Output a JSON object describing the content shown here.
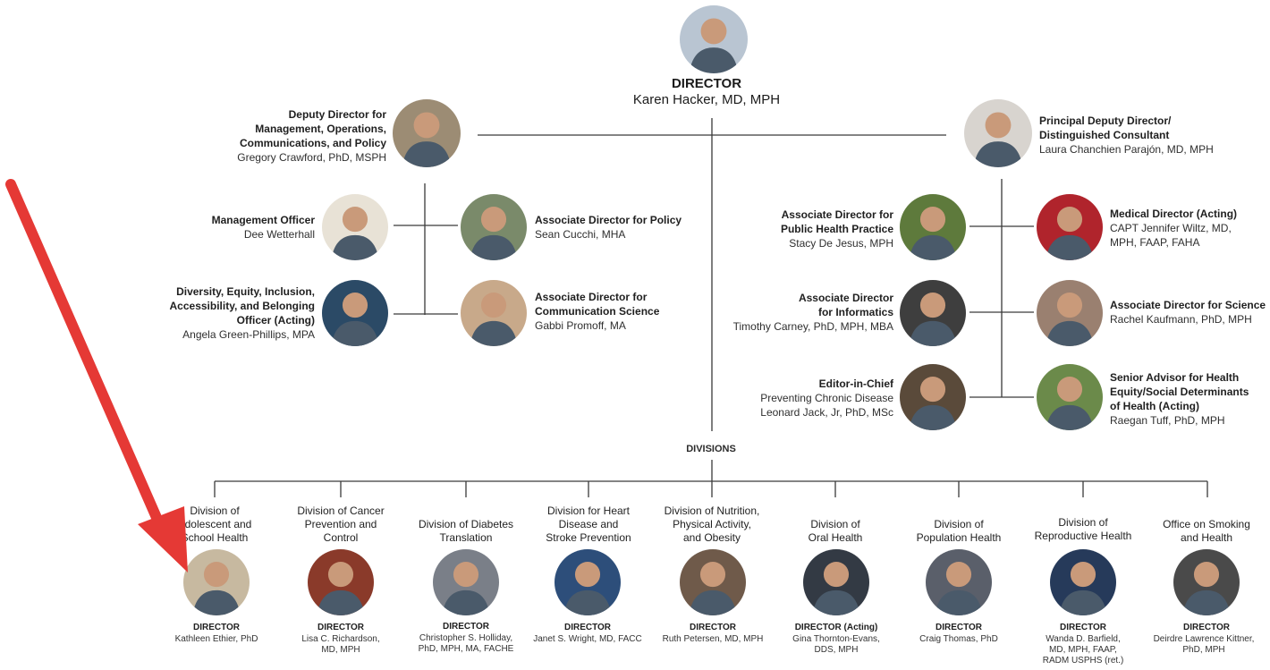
{
  "director": {
    "label": "DIRECTOR",
    "name": "Karen Hacker, MD, MPH"
  },
  "left_top": {
    "title": "Deputy Director for\nManagement, Operations,\nCommunications, and Policy",
    "name": "Gregory Crawford, PhD, MSPH"
  },
  "right_top": {
    "title": "Principal Deputy Director/\nDistinguished Consultant",
    "name": "Laura Chanchien Parajón, MD, MPH"
  },
  "left_staff": [
    {
      "title": "Management Officer",
      "name": "Dee Wetterhall"
    },
    {
      "title": "Diversity, Equity, Inclusion,\nAccessibility, and Belonging\nOfficer (Acting)",
      "name": "Angela Green-Phillips, MPA"
    },
    {
      "title": "Associate Director for Policy",
      "name": "Sean Cucchi, MHA"
    },
    {
      "title": "Associate Director for\nCommunication Science",
      "name": "Gabbi Promoff, MA"
    }
  ],
  "right_staff": [
    {
      "title": "Associate Director for\nPublic Health Practice",
      "name": "Stacy De Jesus, MPH"
    },
    {
      "title": "Associate Director\nfor Informatics",
      "name": "Timothy Carney, PhD, MPH, MBA"
    },
    {
      "title": "Editor-in-Chief",
      "name": "Preventing Chronic Disease\nLeonard Jack, Jr, PhD, MSc"
    },
    {
      "title": "Medical Director (Acting)",
      "name": "CAPT Jennifer Wiltz, MD,\nMPH, FAAP, FAHA"
    },
    {
      "title": "Associate Director for Science",
      "name": "Rachel Kaufmann, PhD, MPH"
    },
    {
      "title": "Senior Advisor for Health\nEquity/Social Determinants\n of Health (Acting)",
      "name": "Raegan Tuff, PhD, MPH"
    }
  ],
  "divisions_label": "DIVISIONS",
  "divisions": [
    {
      "name": "Division of\nAdolescent and\nSchool Health",
      "role": "DIRECTOR",
      "person": "Kathleen Ethier, PhD"
    },
    {
      "name": "Division of Cancer\nPrevention and\nControl",
      "role": "DIRECTOR",
      "person": "Lisa C. Richardson,\nMD, MPH"
    },
    {
      "name": "Division of Diabetes\nTranslation",
      "role": "DIRECTOR",
      "person": "Christopher S. Holliday,\nPhD, MPH, MA, FACHE"
    },
    {
      "name": "Division for Heart\nDisease and\nStroke Prevention",
      "role": "DIRECTOR",
      "person": "Janet S. Wright, MD, FACC"
    },
    {
      "name": "Division of Nutrition,\nPhysical Activity,\nand Obesity",
      "role": "DIRECTOR",
      "person": "Ruth Petersen, MD, MPH"
    },
    {
      "name": "Division of\nOral Health",
      "role": "DIRECTOR (Acting)",
      "person": "Gina Thornton-Evans,\nDDS, MPH"
    },
    {
      "name": "Division of\nPopulation Health",
      "role": "DIRECTOR",
      "person": "Craig Thomas, PhD"
    },
    {
      "name": "Division of\nReproductive Health",
      "role": "DIRECTOR",
      "person": "Wanda D. Barfield,\nMD, MPH, FAAP,\nRADM USPHS (ret.)"
    },
    {
      "name": "Office on Smoking\nand Health",
      "role": "DIRECTOR",
      "person": "Deirdre Lawrence Kittner,\nPhD, MPH"
    }
  ],
  "colors": {
    "line": "#3a3a3a",
    "arrow": "#e53935"
  }
}
